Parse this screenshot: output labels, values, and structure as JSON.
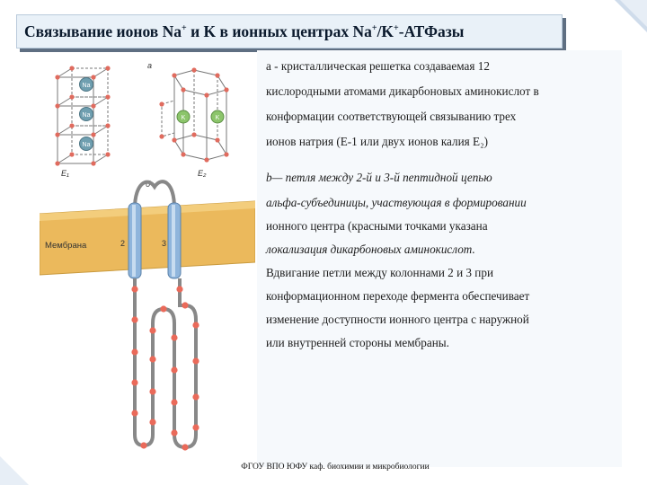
{
  "title": {
    "main": "Связывание ионов Na",
    "sup1": "+",
    "part2": " и K  в ионных центрах Na",
    "sup2": "+",
    "part3": "/K",
    "sup3": "+",
    "part4": "-АТФазы"
  },
  "figure": {
    "label_a": "a",
    "label_b": "б",
    "label_e1": "E₁",
    "label_e2": "E₂",
    "ion_na": "Na",
    "ion_k": "K",
    "membrane_label": "Мембрана",
    "helix_2": "2",
    "helix_3": "3"
  },
  "text_lines": [
    "a - кристаллическая решетка создаваемая 12",
    "кислородными атомами дикарбоновых аминокислот в",
    "конформации соответствующей связыванию трех",
    "ионов натрия (E-1 или двух ионов калия E₂)",
    "b— петля между 2-й и 3-й пептидной цепью",
    "альфа-субъединицы, участвующая в формировании",
    "ионного центра (красными точками указана",
    "локализация дикарбоновых аминокислот.",
    "Вдвигание петли между колоннами 2 и 3 при",
    "конформационном переходе фермента обеспечивает",
    "изменение доступности ионного центра с наружной",
    "или внутренней стороны мембраны."
  ],
  "footer": "ФГОУ ВПО ЮФУ каф. биохимии и микробиологии",
  "colors": {
    "title_bg": "#e9f1f8",
    "membrane": "#ebb95c",
    "helix": "#8fb5dc",
    "residue_dot": "#ea6a5a",
    "ion": "#6f9fb0"
  }
}
